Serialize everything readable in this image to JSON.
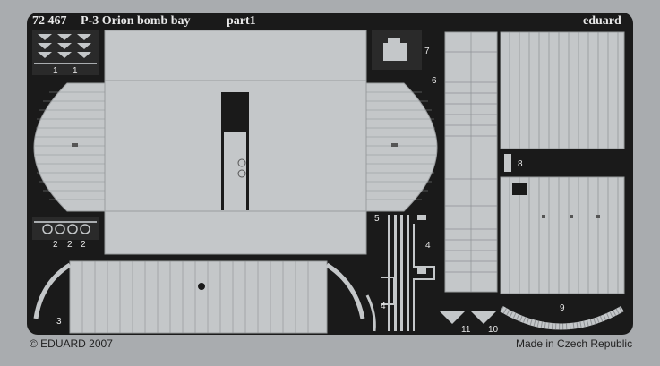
{
  "header": {
    "code": "72 467",
    "title": "P-3 Orion bomb bay",
    "part": "part1",
    "brand": "eduard"
  },
  "footer": {
    "copyright": "© EDUARD 2007",
    "origin": "Made in Czech Republic"
  },
  "part_numbers": {
    "p1a": "1",
    "p1b": "1",
    "p2a": "2",
    "p2b": "2",
    "p2c": "2",
    "p3": "3",
    "p4a": "4",
    "p4b": "4",
    "p5": "5",
    "p6": "6",
    "p7": "7",
    "p8": "8",
    "p9": "9",
    "p10": "10",
    "p11": "11"
  },
  "colors": {
    "metal": "#a9acaf",
    "fret_dark": "#1a1a1a",
    "part_light": "#c4c7c9",
    "rib_line": "#8e9194"
  }
}
